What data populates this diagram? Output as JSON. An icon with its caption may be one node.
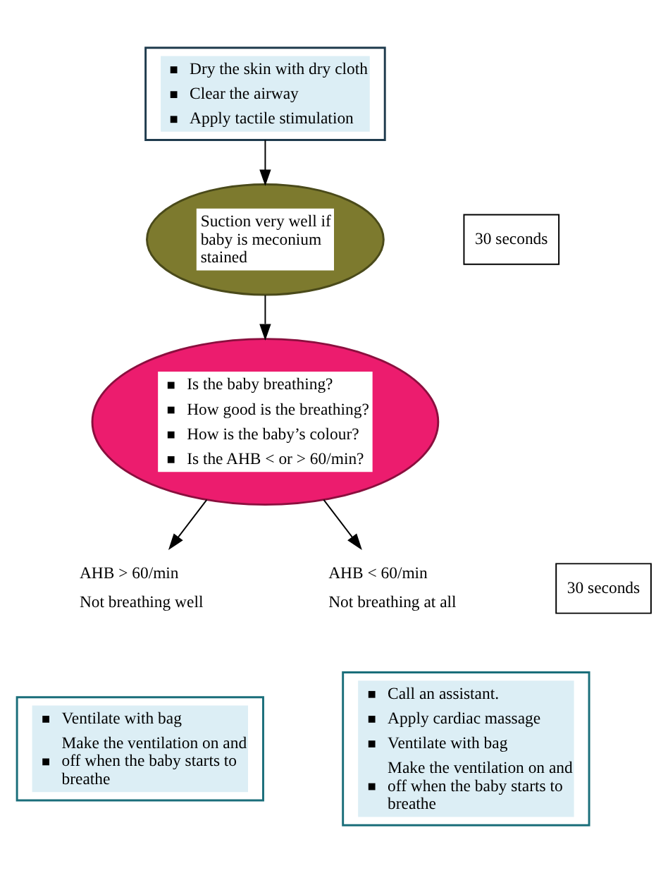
{
  "diagram": {
    "nodes": [
      {
        "text": [
          "Dry the skin with dry cloth",
          "Clear the airway",
          "Apply tactile stimulation"
        ]
      },
      {
        "text": [
          "Suction very well if baby is meconium stained"
        ]
      },
      {
        "text": [
          "Is the baby breathing?",
          "How good is the breathing?",
          "How is the baby’s colour?",
          "Is the AHB < or > 60/min?"
        ]
      },
      {
        "text": [
          "AHB > 60/min",
          "Not breathing well"
        ]
      },
      {
        "text": [
          "AHB < 60/min",
          "Not breathing at all"
        ]
      },
      {
        "text": [
          "Ventilate with bag",
          "Make the ventilation on and off when the baby starts to breathe"
        ]
      },
      {
        "text": [
          "Call an assistant.",
          "Apply cardiac massage",
          "Ventilate with bag",
          "Make the ventilation on and off when the baby starts to breathe"
        ]
      }
    ],
    "edges": [
      {
        "from": 0,
        "to": 1,
        "arrow": "to"
      },
      {
        "from": 1,
        "to": 2,
        "arrow": "to"
      },
      {
        "from": 2,
        "to": 3,
        "arrow": "to"
      },
      {
        "from": 2,
        "to": 4,
        "arrow": "to"
      }
    ],
    "labels": [
      "30 seconds",
      "30 seconds"
    ]
  }
}
